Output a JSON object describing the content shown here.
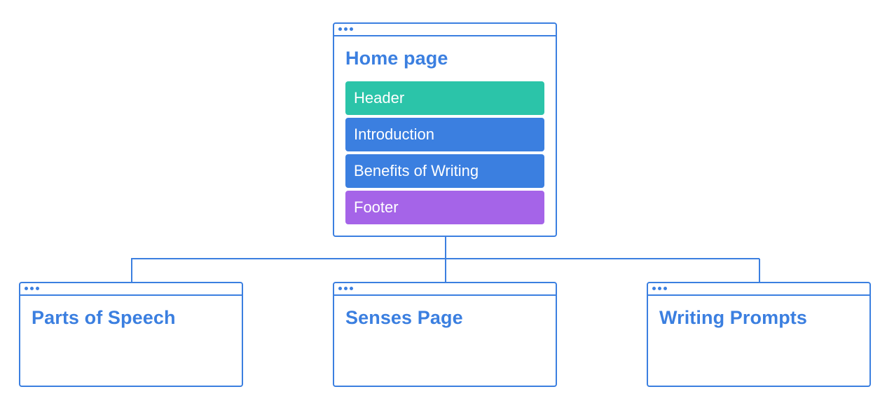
{
  "colors": {
    "outline": "#3b7fe0",
    "header_section": "#2bc4a9",
    "content_section": "#3b7fe0",
    "footer_section": "#a564e8"
  },
  "home": {
    "title": "Home page",
    "sections": [
      {
        "label": "Header",
        "color": "#2bc4a9"
      },
      {
        "label": "Introduction",
        "color": "#3b7fe0"
      },
      {
        "label": "Benefits of Writing",
        "color": "#3b7fe0"
      },
      {
        "label": "Footer",
        "color": "#a564e8"
      }
    ]
  },
  "children": [
    {
      "title": "Parts of Speech"
    },
    {
      "title": "Senses Page"
    },
    {
      "title": "Writing Prompts"
    }
  ]
}
